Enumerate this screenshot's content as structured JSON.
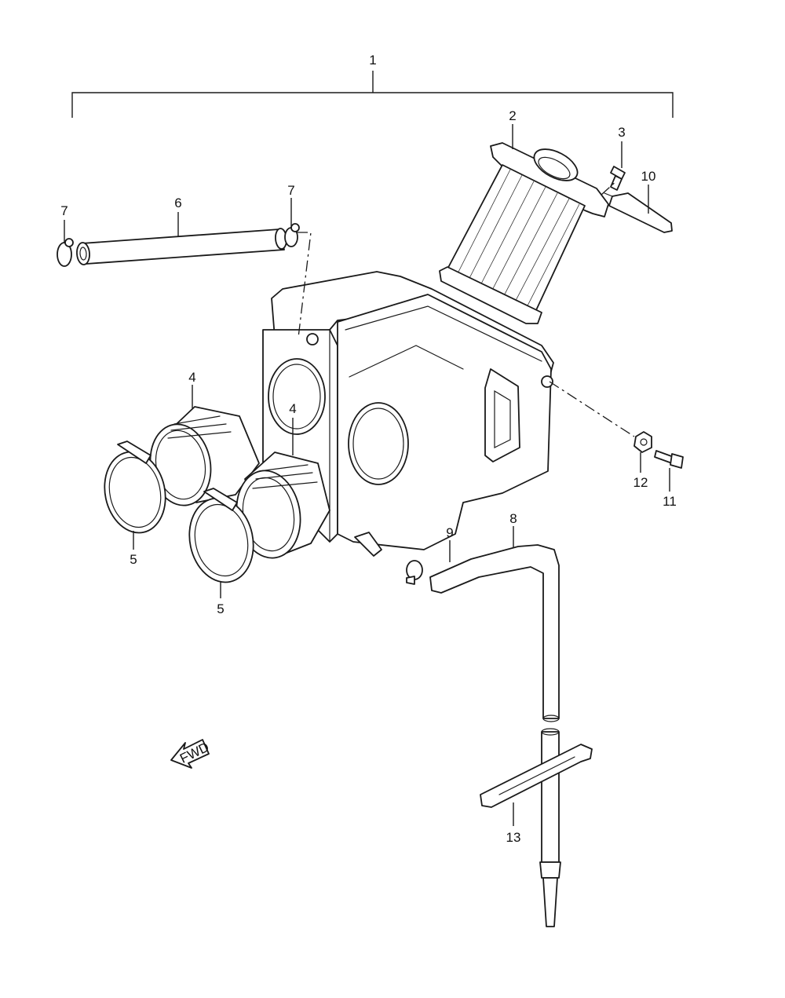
{
  "callouts": {
    "c1": "1",
    "c2": "2",
    "c3": "3",
    "c4a": "4",
    "c4b": "4",
    "c5a": "5",
    "c5b": "5",
    "c6": "6",
    "c7a": "7",
    "c7b": "7",
    "c8": "8",
    "c9": "9",
    "c10": "10",
    "c11": "11",
    "c12": "12",
    "c13": "13"
  },
  "fwd_label": "FWD"
}
